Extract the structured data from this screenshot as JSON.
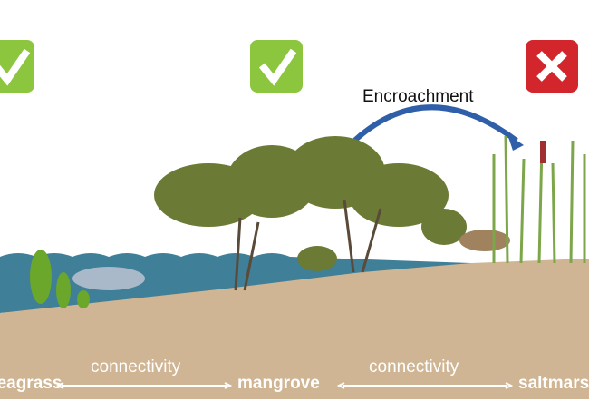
{
  "habitats": [
    {
      "label": "seagrass",
      "status": "check"
    },
    {
      "label": "mangrove",
      "status": "check"
    },
    {
      "label": "saltmarsh",
      "status": "cross"
    }
  ],
  "connectivity_labels": [
    "connectivity",
    "connectivity"
  ],
  "annotation": "Encroachment",
  "colors": {
    "sediment": "#cfb594",
    "water": "#3f7f97",
    "check": "#8cc63f",
    "cross": "#d2262c",
    "arrow": "#2f5fa8"
  }
}
